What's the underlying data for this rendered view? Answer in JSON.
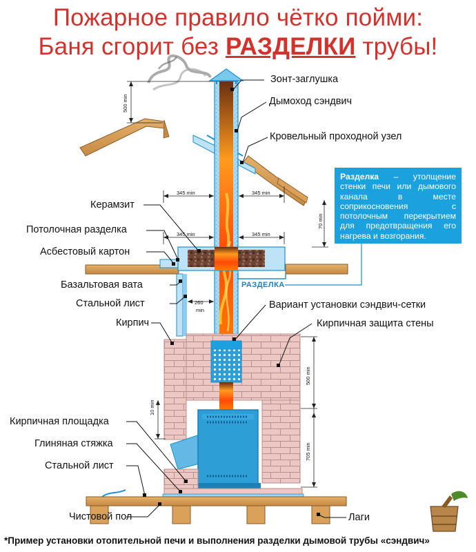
{
  "title": {
    "line1": "Пожарное правило чётко пойми:",
    "line2_before": "Баня сгорит без ",
    "line2_emph": "РАЗДЕЛКИ",
    "line2_after": " трубы!"
  },
  "labels": {
    "umbrella_cap": "Зонт-заглушка",
    "sandwich_chimney": "Дымоход сэндвич",
    "roof_pass_node": "Кровельный проходной узел",
    "expanded_clay": "Керамзит",
    "ceiling_separation": "Потолочная разделка",
    "asbestos_board": "Асбестовый картон",
    "basalt_wool": "Базальтовая вата",
    "steel_sheet_top": "Стальной лист",
    "sandwich_mesh": "Вариант установки сэндвич-сетки",
    "brick": "Кирпич",
    "brick_wall_protection": "Кирпичная защита стены",
    "brick_platform": "Кирпичная площадка",
    "clay_screed": "Глиняная стяжка",
    "steel_sheet_bottom": "Стальной лист",
    "finish_floor": "Чистовой пол",
    "joists": "Лаги"
  },
  "dimensions": {
    "d500_top": "500 min",
    "d345_roof_left": "345 min",
    "d345_roof_right": "345 min",
    "d345_ceil_left": "345 min",
    "d345_ceil_right": "345 min",
    "d70": "70 min",
    "d260": "260",
    "d260_unit": "min",
    "d10": "10 min",
    "d500_wall": "500 min",
    "d705": "705 min"
  },
  "callout": {
    "term": "Разделка",
    "text": " – утолщение стенки печи или дымового канала в месте соприкосновения с потолочным перекрытием для предотвращения его нагрева и возгорания."
  },
  "razdelka_tag": "РАЗДЕЛКА",
  "footnote": "*Пример установки отопительной печи и выполнения разделки дымовой трубы «сэндвич»",
  "colors": {
    "title_red": "#d3322c",
    "callout_blue": "#1ba2de",
    "stove_blue": "#2e9fd6",
    "wood": "#d9a15a",
    "brick": "#ebc3c0",
    "insulation_blue": "#9fd3ee"
  }
}
